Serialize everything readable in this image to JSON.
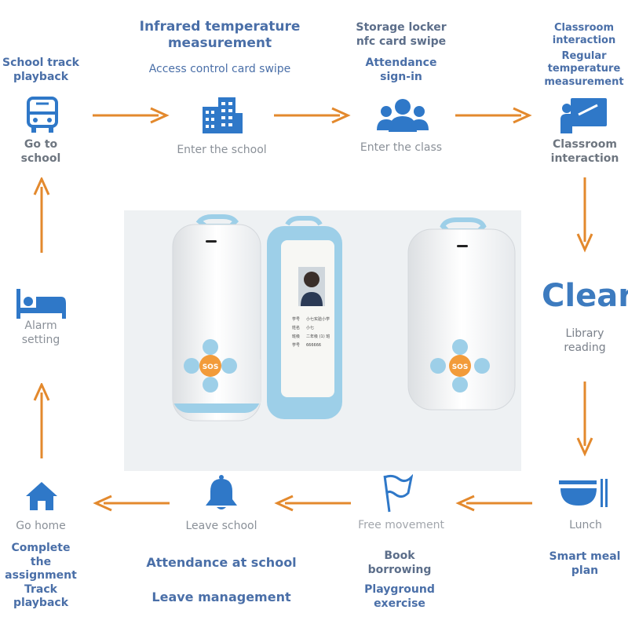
{
  "colors": {
    "accent_blue": "#4a6fa8",
    "icon_blue": "#2f78c8",
    "arrow_orange": "#e3892d",
    "device_blue": "#9dcfe8",
    "sos_orange": "#f29b3a"
  },
  "top": {
    "s1": {
      "title": "School track playback",
      "icon": "bus-icon",
      "caption": "Go to school"
    },
    "s2": {
      "title1": "Infrared temperature measurement",
      "title2": "Access control card swipe",
      "icon": "building-icon",
      "caption": "Enter the school"
    },
    "s3": {
      "title1": "Storage locker nfc card swipe",
      "title2": "Attendance sign-in",
      "icon": "group-icon",
      "caption": "Enter the class"
    },
    "s4": {
      "title1": "Classroom interaction",
      "title2": "Regular temperature measurement",
      "icon": "presentation-icon",
      "caption": "Classroom interaction"
    }
  },
  "middle": {
    "left": {
      "icon": "bed-icon",
      "caption": "Alarm setting"
    },
    "right": {
      "big": "Clear",
      "caption": "Library reading"
    }
  },
  "bottom": {
    "s1": {
      "icon": "home-icon",
      "caption": "Go home",
      "title": "Complete the assignment Track playback"
    },
    "s2": {
      "icon": "bell-icon",
      "caption": "Leave school",
      "title1": "Attendance at school",
      "title2": "Leave management"
    },
    "s3": {
      "icon": "flag-icon",
      "caption": "Free movement",
      "title1": "Book borrowing",
      "title2": "Playground exercise"
    },
    "s4": {
      "icon": "bowl-icon",
      "caption": "Lunch",
      "title": "Smart meal plan"
    }
  },
  "device": {
    "sos_label": "SOS",
    "card_fields": [
      "学号",
      "姓名",
      "班级",
      "学号"
    ],
    "card_values": [
      "小七实验小学",
      "小七",
      "二年级 (1) 班",
      "666666"
    ]
  }
}
